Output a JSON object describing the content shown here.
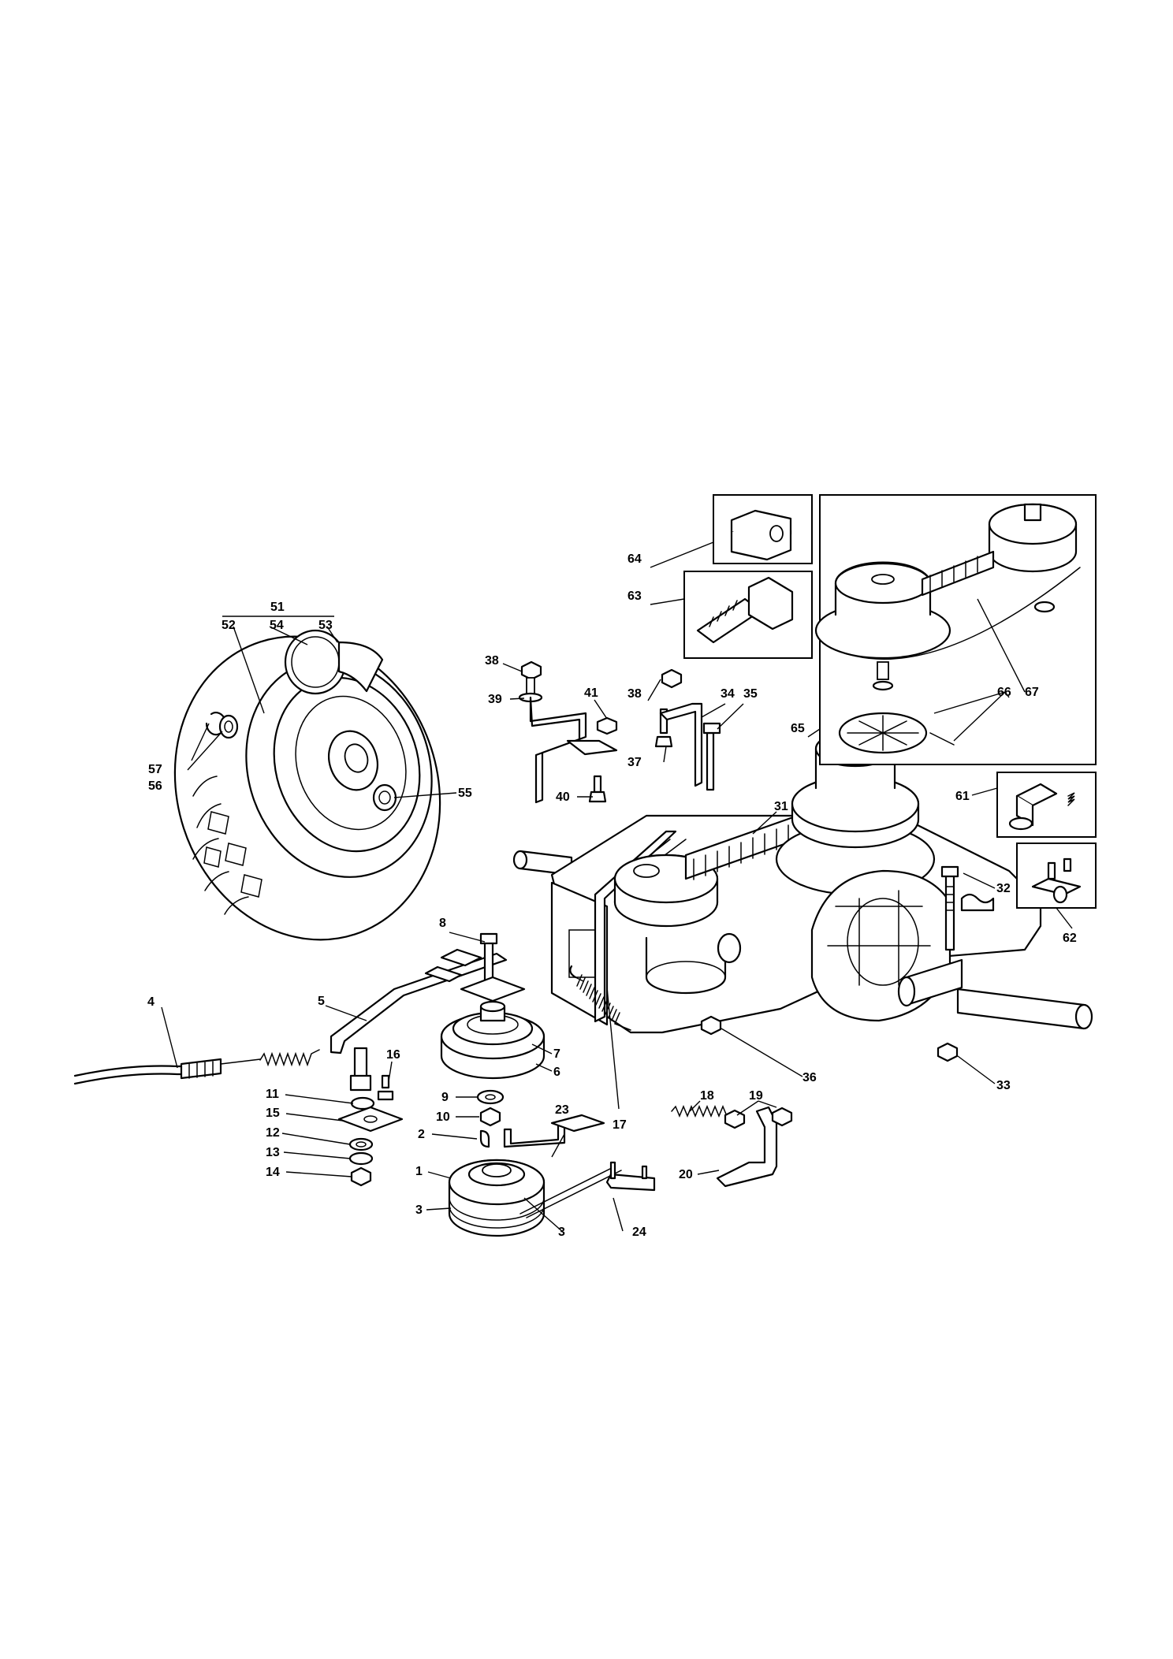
{
  "labels": {
    "l1": "1",
    "l2": "2",
    "l3a": "3",
    "l3b": "3",
    "l4": "4",
    "l5": "5",
    "l6": "6",
    "l7": "7",
    "l8": "8",
    "l9": "9",
    "l10": "10",
    "l11": "11",
    "l12": "12",
    "l13": "13",
    "l14": "14",
    "l15": "15",
    "l16": "16",
    "l17": "17",
    "l18": "18",
    "l19": "19",
    "l20": "20",
    "l23": "23",
    "l24": "24",
    "l31": "31",
    "l32": "32",
    "l33": "33",
    "l34": "34",
    "l35": "35",
    "l36": "36",
    "l37": "37",
    "l38a": "38",
    "l38b": "38",
    "l39": "39",
    "l40": "40",
    "l41": "41",
    "l51": "51",
    "l52": "52",
    "l53": "53",
    "l54": "54",
    "l55": "55",
    "l56": "56",
    "l57": "57",
    "l61": "61",
    "l62": "62",
    "l63": "63",
    "l64": "64",
    "l65": "65",
    "l66": "66",
    "l67": "67"
  },
  "colors": {
    "line": "#000000",
    "background": "#ffffff"
  }
}
